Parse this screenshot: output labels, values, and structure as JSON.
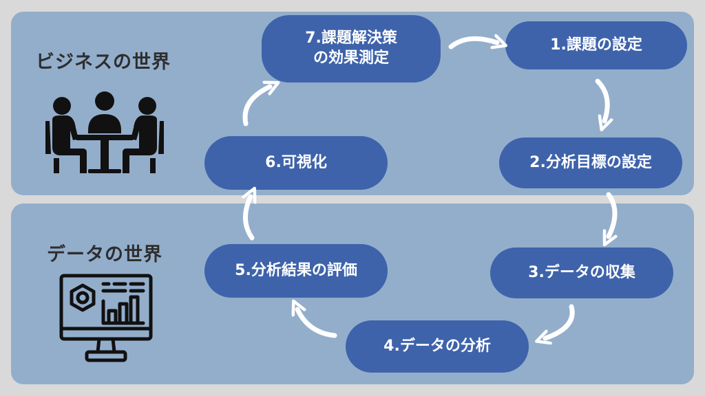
{
  "sections": {
    "business_title": "ビジネスの世界",
    "data_title": "データの世界"
  },
  "steps": [
    {
      "label": "1.課題の設定"
    },
    {
      "label": "2.分析目標の設定"
    },
    {
      "label": "3.データの収集"
    },
    {
      "label": "4.データの分析"
    },
    {
      "label": "5.分析結果の評価"
    },
    {
      "label": "6.可視化"
    },
    {
      "label": "7.課題解決策\nの効果測定"
    }
  ],
  "icons": {
    "business": "meeting-people-icon",
    "data": "monitor-dashboard-icon"
  },
  "colors": {
    "page_background": "#d9d9d9",
    "panel": "#93aecb",
    "pill": "#3e63ab",
    "pill_text": "#ffffff",
    "title_text": "#2e2e2e",
    "arrow": "#ffffff"
  }
}
